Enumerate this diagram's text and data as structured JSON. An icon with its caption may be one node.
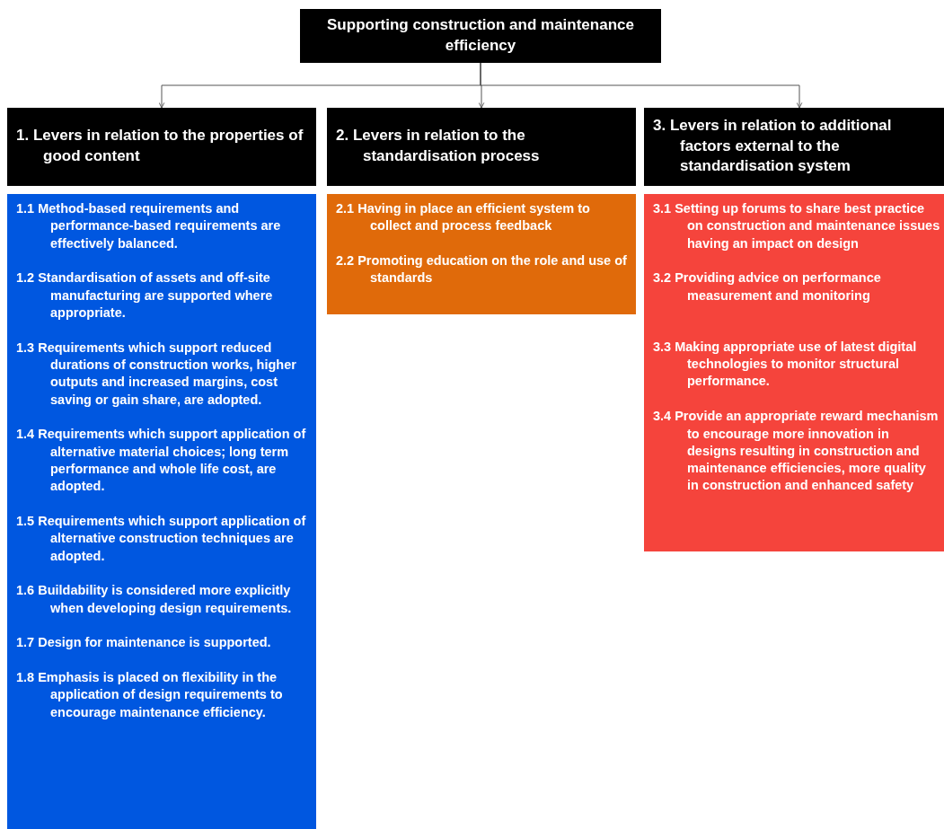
{
  "diagram": {
    "nodes": [
      {
        "text": [
          "Supporting construction and maintenance efficiency"
        ]
      },
      {
        "text": [
          "1. Levers in relation to the properties of good content"
        ]
      },
      {
        "text": [
          "2. Levers in relation to the standardisation process"
        ]
      },
      {
        "text": [
          "3. Levers in relation to additional factors external to the standardisation system"
        ]
      },
      {
        "text": [
          "1.1 Method-based requirements and performance-based requirements are effectively balanced.",
          "1.2 Standardisation of assets and off-site manufacturing are supported where appropriate.",
          "1.3 Requirements which support reduced durations of construction works, higher outputs and increased margins, cost saving or gain share, are adopted.",
          "1.4 Requirements which support application of alternative material choices; long term performance and whole life cost, are adopted.",
          "1.5 Requirements which support application of alternative construction techniques are adopted.",
          "1.6 Buildability is considered more explicitly when developing design requirements.",
          "1.7 Design for maintenance is supported.",
          "1.8 Emphasis is placed on flexibility in the application of design requirements to encourage maintenance efficiency."
        ]
      },
      {
        "text": [
          "2.1 Having in place an efficient system to collect and process feedback",
          "2.2 Promoting education on the role and use of standards"
        ]
      },
      {
        "text": [
          "3.1 Setting up forums to share best practice on construction and maintenance issues having an impact on design",
          "3.2 Providing advice on performance measurement and monitoring",
          "3.3 Making appropriate use of latest digital technologies to monitor structural performance.",
          "3.4 Provide an appropriate reward mechanism to encourage more innovation in designs resulting in construction and maintenance efficiencies, more quality in construction and enhanced safety"
        ]
      }
    ],
    "edges": [
      {
        "from": 0,
        "to": 1,
        "arrow": "to"
      },
      {
        "from": 0,
        "to": 2,
        "arrow": "to"
      },
      {
        "from": 0,
        "to": 3,
        "arrow": "to"
      }
    ]
  }
}
